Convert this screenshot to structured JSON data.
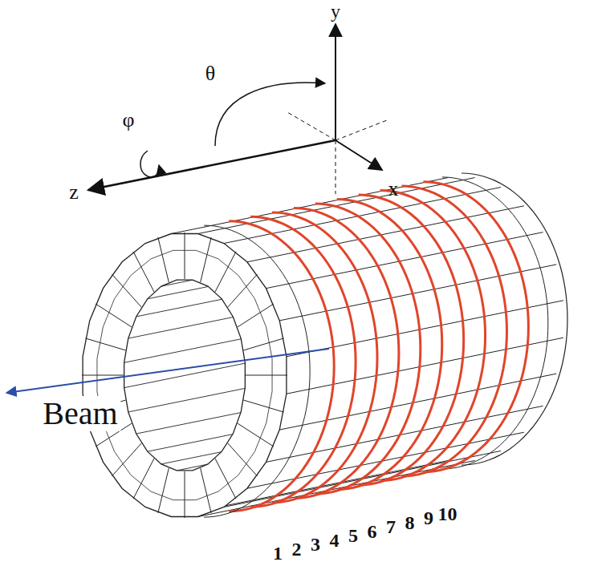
{
  "diagram": {
    "labels": [
      "y",
      "θ",
      "φ",
      "z",
      "x",
      "Beam",
      "1",
      "2",
      "3",
      "4",
      "5",
      "6",
      "7",
      "8",
      "9",
      "10"
    ]
  }
}
